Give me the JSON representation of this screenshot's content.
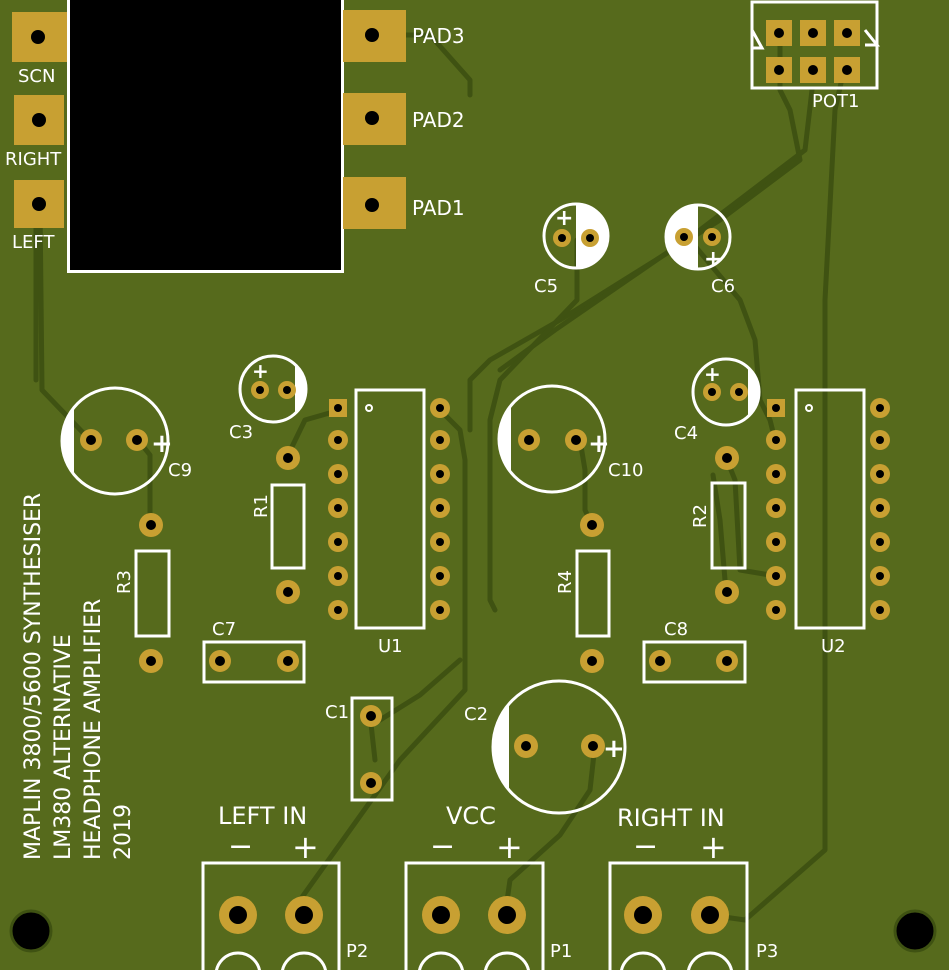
{
  "board": {
    "colors": {
      "mask": "#566a1c",
      "trace": "#3f5212",
      "pad": "#c8a032",
      "silk": "#ffffff",
      "drill": "#000000"
    },
    "title_lines": [
      "MAPLIN 3800/5600 SYNTHESISER",
      "LM380 ALTERNATIVE",
      "HEADPHONE AMPLIFIER",
      "2019"
    ]
  },
  "pad_labels": {
    "scn": "SCN",
    "right": "RIGHT",
    "left": "LEFT",
    "pad1": "PAD1",
    "pad2": "PAD2",
    "pad3": "PAD3"
  },
  "components": {
    "pot1": "POT1",
    "c1": "C1",
    "c2": "C2",
    "c3": "C3",
    "c4": "C4",
    "c5": "C5",
    "c6": "C6",
    "c7": "C7",
    "c8": "C8",
    "c9": "C9",
    "c10": "C10",
    "r1": "R1",
    "r2": "R2",
    "r3": "R3",
    "r4": "R4",
    "u1": "U1",
    "u2": "U2",
    "p1": "P1",
    "p2": "P2",
    "p3": "P3"
  },
  "connectors": {
    "left_in": "LEFT IN",
    "vcc": "VCC",
    "right_in": "RIGHT IN",
    "minus": "−",
    "plus": "+"
  },
  "polarity_mark": "+"
}
